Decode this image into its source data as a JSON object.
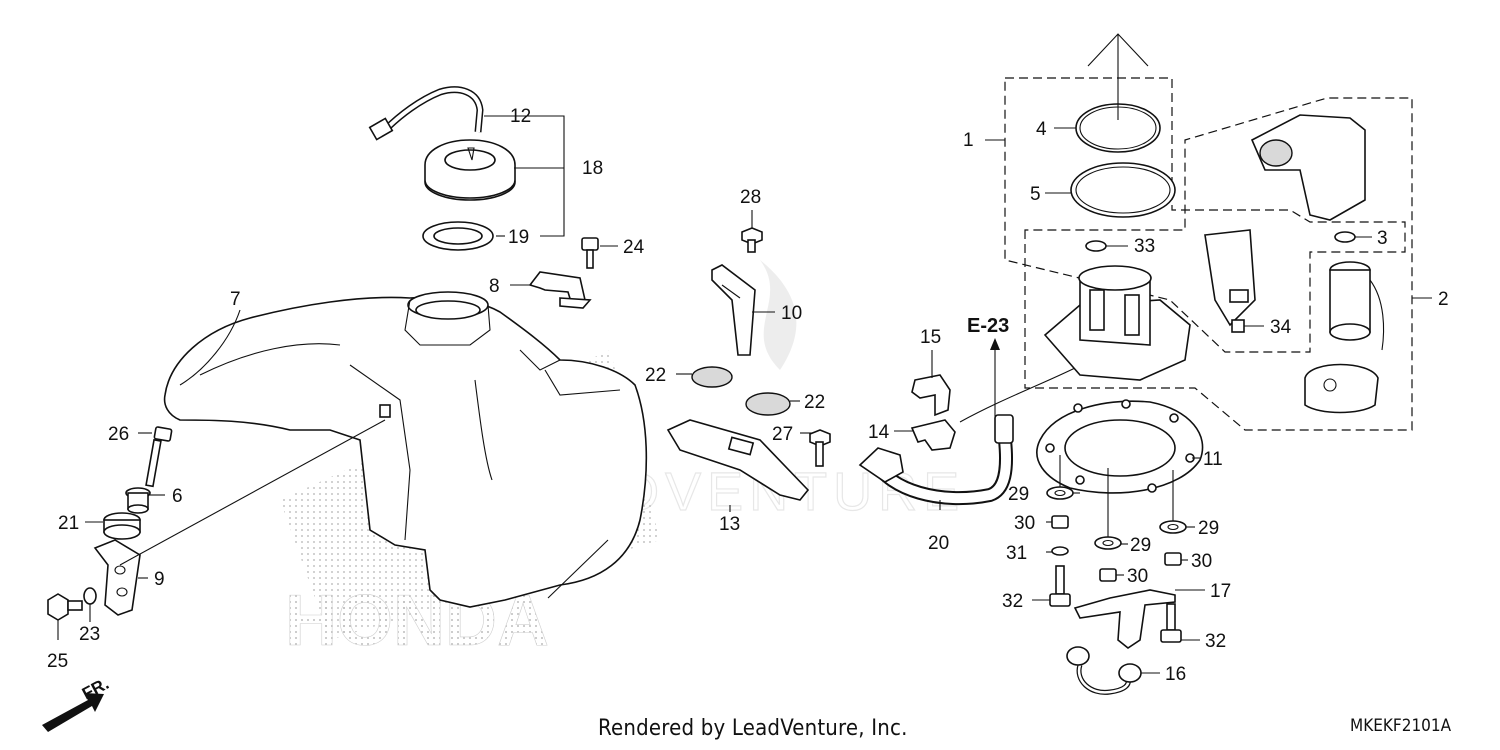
{
  "diagram": {
    "callouts": {
      "c1": "1",
      "c2": "2",
      "c3": "3",
      "c4": "4",
      "c5": "5",
      "c6": "6",
      "c7": "7",
      "c8": "8",
      "c9": "9",
      "c10": "10",
      "c11": "11",
      "c12": "12",
      "c13": "13",
      "c14": "14",
      "c15": "15",
      "c16": "16",
      "c17": "17",
      "c18": "18",
      "c19": "19",
      "c20": "20",
      "c21": "21",
      "c22a": "22",
      "c22b": "22",
      "c23": "23",
      "c24": "24",
      "c25": "25",
      "c26": "26",
      "c27": "27",
      "c28": "28",
      "c29a": "29",
      "c29b": "29",
      "c29c": "29",
      "c30a": "30",
      "c30b": "30",
      "c30c": "30",
      "c31": "31",
      "c32a": "32",
      "c32b": "32",
      "c33": "33",
      "c34": "34"
    },
    "section_ref": "E-23",
    "direction_label": "FR.",
    "watermark": {
      "brand": "HONDA",
      "dealer": "LEADVENTURE"
    }
  },
  "footer": {
    "credit": "Rendered by LeadVenture, Inc.",
    "code": "MKEKF2101A"
  }
}
